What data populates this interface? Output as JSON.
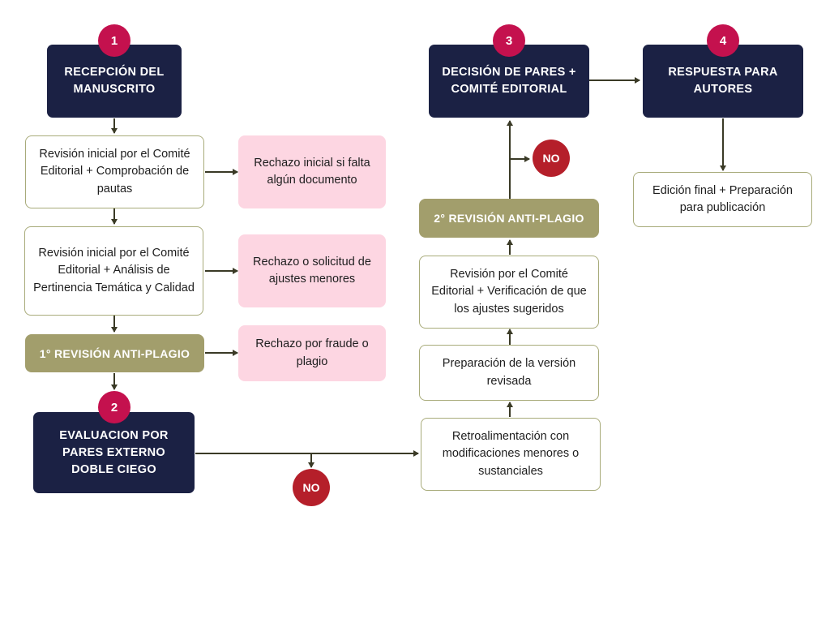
{
  "steps": {
    "s1": {
      "number": "1",
      "label": "RECEPCIÓN DEL MANUSCRITO"
    },
    "s2": {
      "number": "2",
      "label": "EVALUACION POR PARES EXTERNO DOBLE CIEGO"
    },
    "s3": {
      "number": "3",
      "label": "DECISIÓN DE PARES + COMITÉ EDITORIAL"
    },
    "s4": {
      "number": "4",
      "label": "RESPUESTA PARA AUTORES"
    }
  },
  "left_column": {
    "review1": "Revisión inicial por el Comité Editorial + Comprobación de pautas",
    "review2": "Revisión inicial por el Comité Editorial + Análisis de Pertinencia Temática y Calidad",
    "plagiarism1": "1° REVISIÓN ANTI-PLAGIO"
  },
  "rejections": {
    "r1": "Rechazo inicial si falta algún documento",
    "r2": "Rechazo o solicitud de ajustes menores",
    "r3": "Rechazo por fraude o plagio"
  },
  "middle_column": {
    "feedback": "Retroalimentación con modificaciones menores o sustanciales",
    "revised": "Preparación de la versión revisada",
    "verification": "Revisión por el Comité Editorial + Verificación de que los ajustes sugeridos",
    "plagiarism2": "2° REVISIÓN ANTI-PLAGIO"
  },
  "right_column": {
    "final_edit": "Edición final + Preparación para publicación"
  },
  "no_markers": {
    "no1": "NO",
    "no2": "NO"
  },
  "colors": {
    "navy": "#1b2144",
    "olive": "#a29e6c",
    "pink": "#fdd6e2",
    "step_badge": "#c4114e",
    "no_badge": "#b51f2a",
    "arrow": "#3a3a26"
  }
}
